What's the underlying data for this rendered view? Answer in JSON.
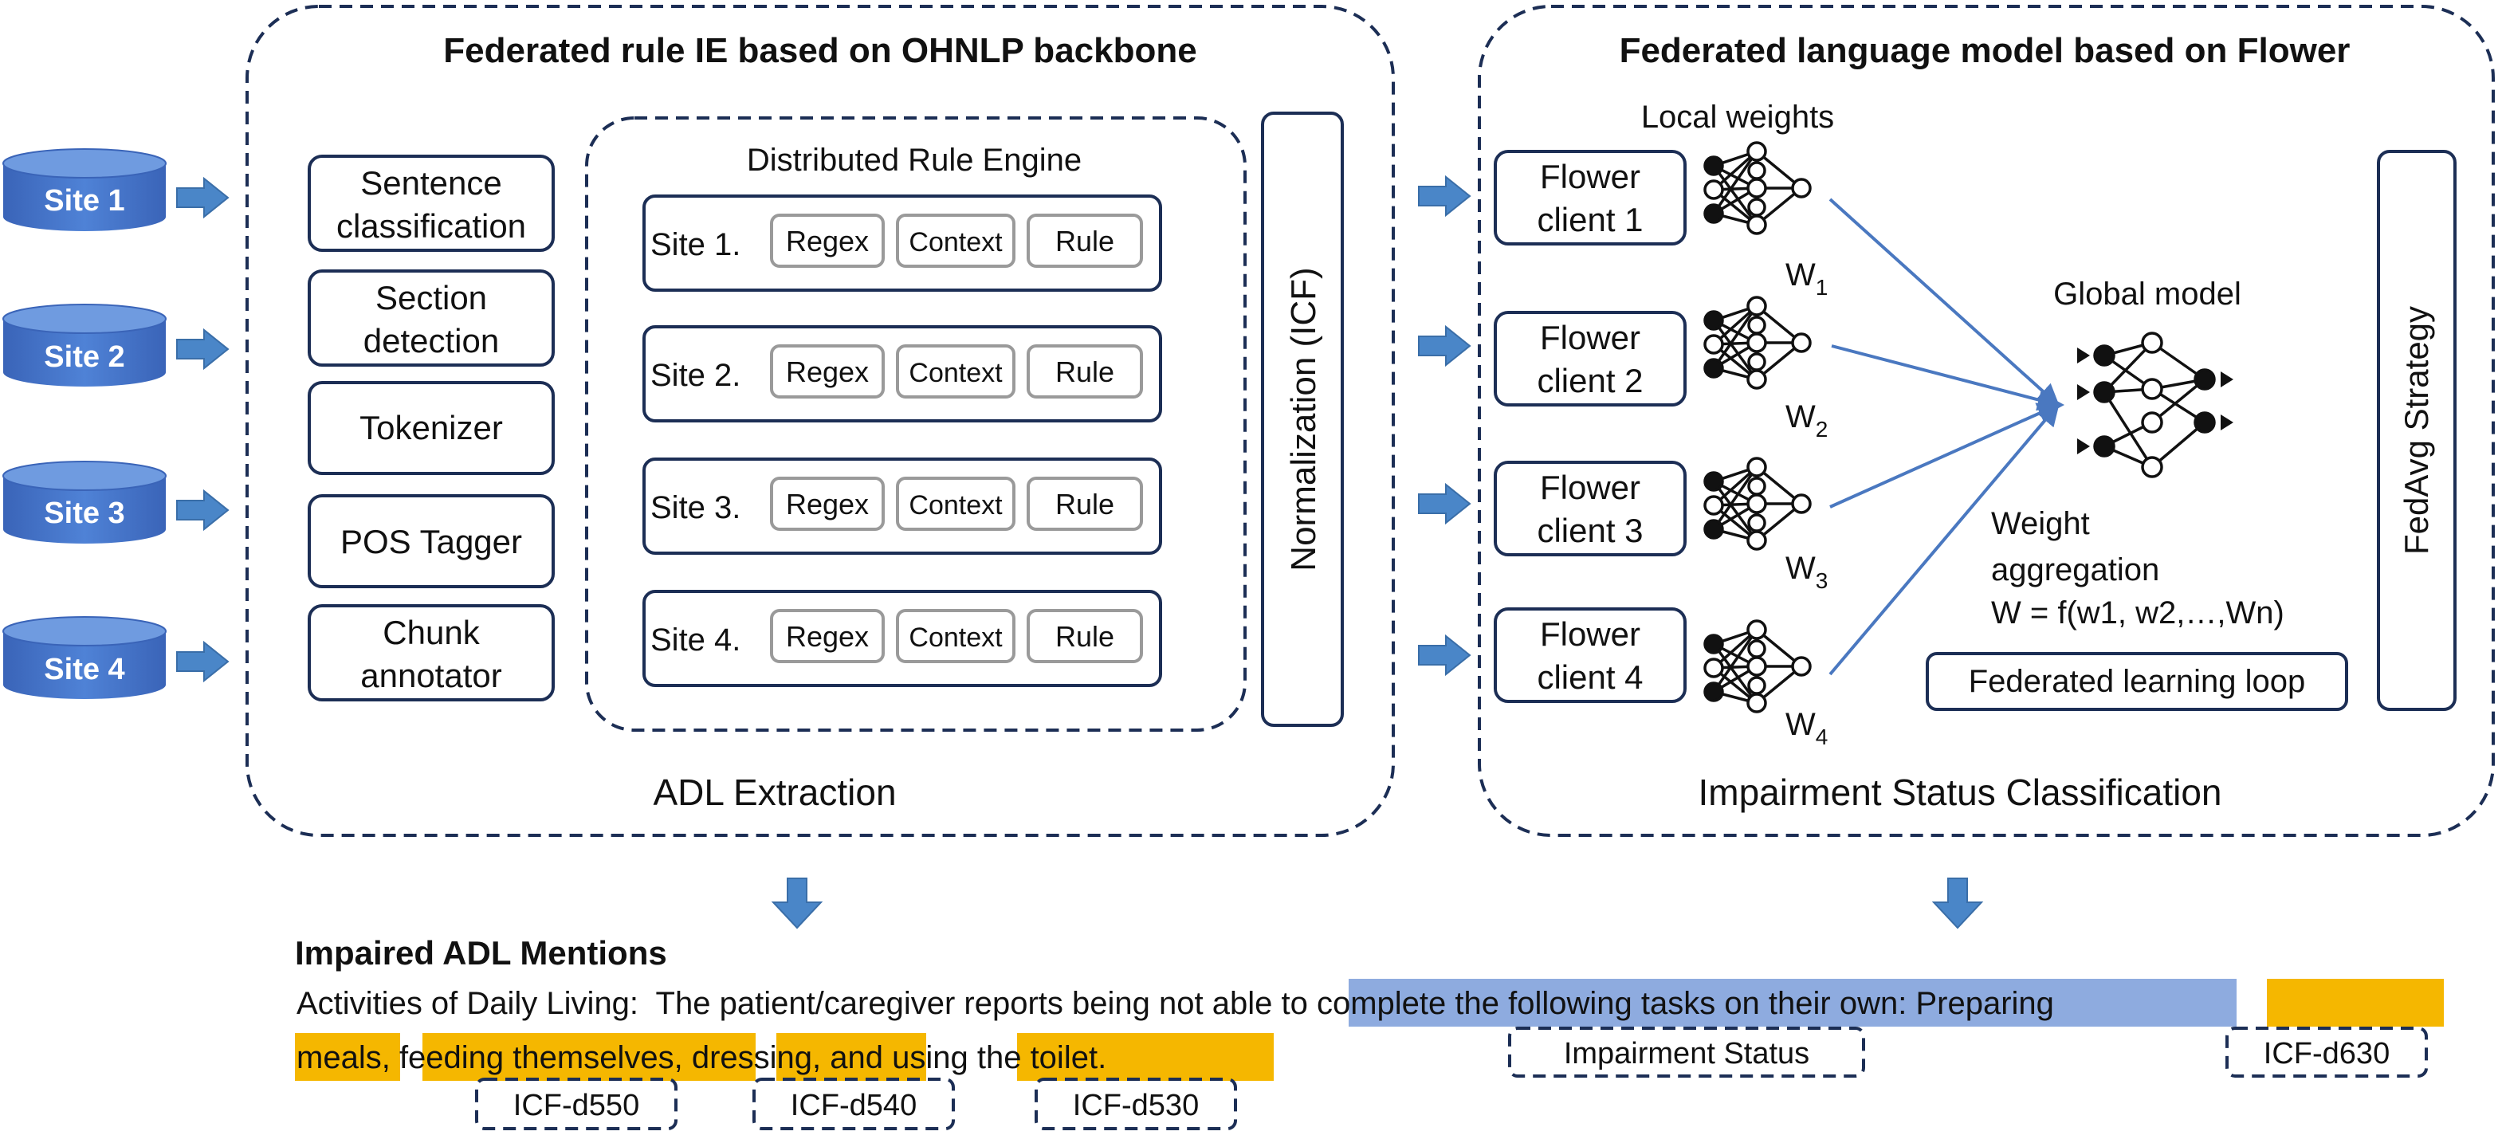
{
  "left_panel": {
    "title": "Federated rule IE based on OHNLP backbone",
    "footer": "ADL Extraction",
    "pipeline": [
      "Sentence classification",
      "Section detection",
      "Tokenizer",
      "POS Tagger",
      "Chunk annotator"
    ],
    "engine_title": "Distributed Rule Engine",
    "engine_rows": [
      {
        "site": "Site 1.",
        "parts": [
          "Regex",
          "Context",
          "Rule"
        ]
      },
      {
        "site": "Site 2.",
        "parts": [
          "Regex",
          "Context",
          "Rule"
        ]
      },
      {
        "site": "Site 3.",
        "parts": [
          "Regex",
          "Context",
          "Rule"
        ]
      },
      {
        "site": "Site 4.",
        "parts": [
          "Regex",
          "Context",
          "Rule"
        ]
      }
    ],
    "normalization": "Normalization (ICF)"
  },
  "sites": [
    "Site 1",
    "Site 2",
    "Site 3",
    "Site 4"
  ],
  "right_panel": {
    "title": "Federated language model based on Flower",
    "footer": "Impairment Status Classification",
    "local_weights_label": "Local weights",
    "clients": [
      "Flower client 1",
      "Flower client 2",
      "Flower client 3",
      "Flower client 4"
    ],
    "weights": [
      "W",
      "W",
      "W",
      "W"
    ],
    "weight_subscripts": [
      "1",
      "2",
      "3",
      "4"
    ],
    "global_model_label": "Global model",
    "aggregation_line1": "Weight",
    "aggregation_line2": "aggregation",
    "aggregation_formula": "W = f(w1, w2,…,Wn)",
    "loop_label": "Federated learning loop",
    "strategy": "FedAvg Strategy"
  },
  "output": {
    "heading": "Impaired ADL Mentions",
    "line1_prefix": "Activities of Daily Living:  The patient/caregiver reports being ",
    "line1_highlight_status": "not able to complete the following tasks on their own",
    "line1_colon": ": ",
    "line1_highlight_end": "Preparing",
    "line2_part1": "meals",
    "line2_sep1": ", ",
    "line2_part2": "feeding themselves",
    "line2_sep2": ", ",
    "line2_part3": "dressing",
    "line2_sep3": ", and ",
    "line2_part4": "using the toilet",
    "line2_end": ".",
    "tags": [
      "Impairment Status",
      "ICF-d630",
      "ICF-d550",
      "ICF-d540",
      "ICF-d530"
    ]
  },
  "colors": {
    "site_blue": "#4472c4",
    "arrow_blue": "#4a86c8",
    "status_highlight": "#8eabdf",
    "adl_highlight": "#f5b700",
    "border_navy": "#1c2e55"
  }
}
